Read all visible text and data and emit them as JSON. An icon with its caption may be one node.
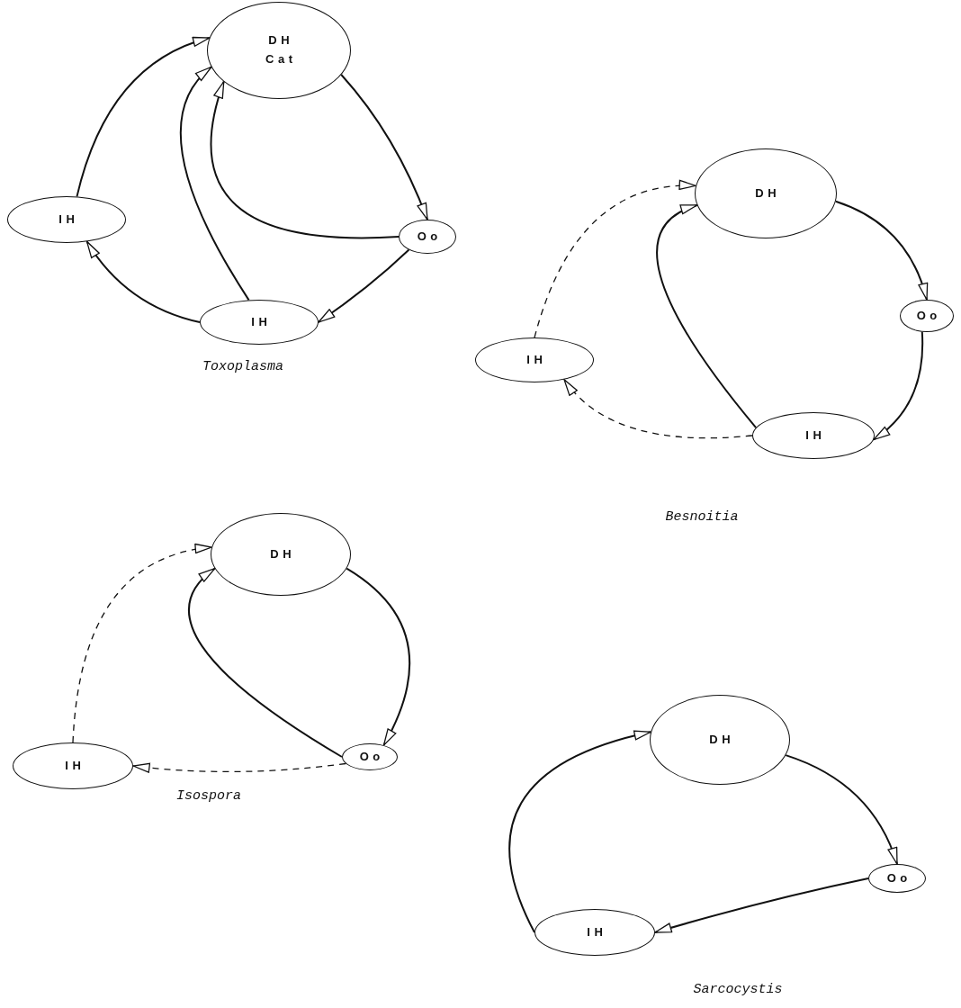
{
  "diagram": {
    "nodes": [
      {
        "text": [
          "DH",
          "Cat"
        ]
      },
      {
        "text": [
          "IH"
        ]
      },
      {
        "text": [
          "Oo"
        ]
      },
      {
        "text": [
          "IH"
        ]
      },
      {
        "text": [
          "DH"
        ]
      },
      {
        "text": [
          "Oo"
        ]
      },
      {
        "text": [
          "IH"
        ]
      },
      {
        "text": [
          "IH"
        ]
      },
      {
        "text": [
          "DH"
        ]
      },
      {
        "text": [
          "Oo"
        ]
      },
      {
        "text": [
          "IH"
        ]
      },
      {
        "text": [
          "DH"
        ]
      },
      {
        "text": [
          "Oo"
        ]
      },
      {
        "text": [
          "IH"
        ]
      }
    ],
    "edges": [
      {
        "from": 1,
        "to": 0,
        "arrow": "to"
      },
      {
        "from": 3,
        "to": 0,
        "arrow": "to"
      },
      {
        "from": 2,
        "to": 0,
        "arrow": "to"
      },
      {
        "from": 0,
        "to": 2,
        "arrow": "to"
      },
      {
        "from": 2,
        "to": 3,
        "arrow": "to"
      },
      {
        "from": 3,
        "to": 1,
        "arrow": "to"
      },
      {
        "from": 6,
        "to": 4,
        "arrow": "to",
        "style": "dashed"
      },
      {
        "from": 7,
        "to": 4,
        "arrow": "to"
      },
      {
        "from": 4,
        "to": 5,
        "arrow": "to"
      },
      {
        "from": 5,
        "to": 7,
        "arrow": "to"
      },
      {
        "from": 7,
        "to": 6,
        "arrow": "to",
        "style": "dashed"
      },
      {
        "from": 10,
        "to": 8,
        "arrow": "to",
        "style": "dashed"
      },
      {
        "from": 9,
        "to": 8,
        "arrow": "to"
      },
      {
        "from": 8,
        "to": 9,
        "arrow": "to"
      },
      {
        "from": 9,
        "to": 10,
        "arrow": "to",
        "style": "dashed"
      },
      {
        "from": 11,
        "to": 12,
        "arrow": "to"
      },
      {
        "from": 12,
        "to": 13,
        "arrow": "to"
      },
      {
        "from": 13,
        "to": 11,
        "arrow": "to"
      }
    ],
    "labels": [
      "Toxoplasma",
      "Besnoitia",
      "Isospora",
      "Sarcocystis"
    ]
  }
}
